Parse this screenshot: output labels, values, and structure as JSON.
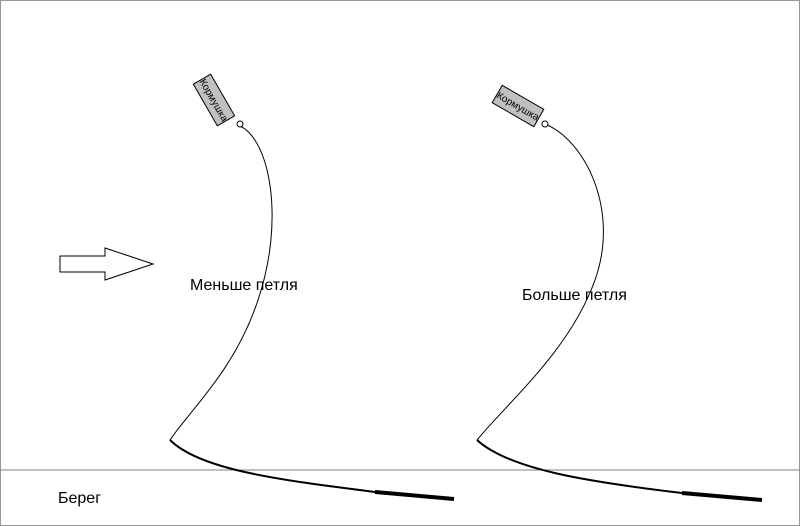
{
  "labels": {
    "smaller_loop": "Меньше петля",
    "bigger_loop": "Больше петля",
    "shore": "Берег"
  },
  "feeder": {
    "left_label": "Кормушка",
    "right_label": "Кормушка"
  },
  "colors": {
    "line": "#000000",
    "feeder_fill": "#c0c0c0",
    "shore_line": "#808080",
    "frame": "#999999"
  },
  "icons": {
    "current": "arrow-right-icon"
  }
}
